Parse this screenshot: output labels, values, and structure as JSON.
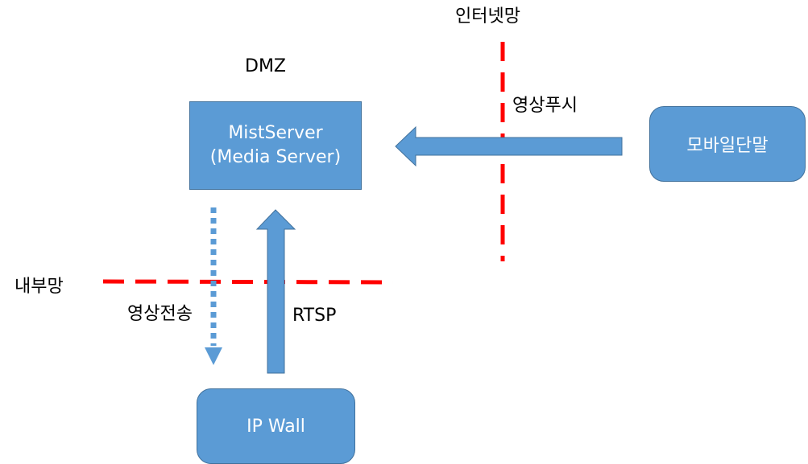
{
  "nodes": {
    "media_server": {
      "line1": "MistServer",
      "line2": "(Media Server)"
    },
    "mobile": {
      "label": "모바일단말"
    },
    "ipwall": {
      "label": "IP Wall"
    }
  },
  "zones": {
    "dmz": "DMZ",
    "internet": "인터넷망",
    "internal": "내부망"
  },
  "flows": {
    "push": "영상푸시",
    "transfer": "영상전송",
    "rtsp": "RTSP"
  },
  "colors": {
    "box_fill": "#5b9bd5",
    "box_border": "#41719c",
    "boundary": "#ff0000"
  }
}
